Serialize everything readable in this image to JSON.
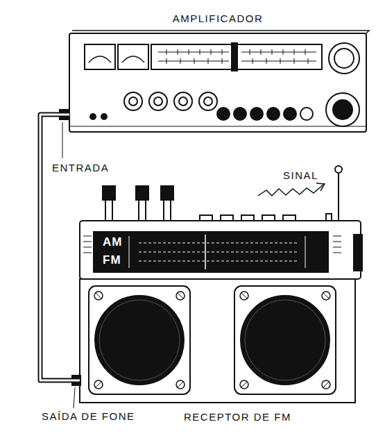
{
  "diagram": {
    "nodes": [
      {
        "text": [
          "AMPLIFICADOR"
        ]
      },
      {
        "text": [
          "RECEPTOR DE FM"
        ]
      }
    ],
    "edges": [
      {
        "from": 1,
        "to": 0,
        "arrow": "none"
      }
    ],
    "labels": [
      "ENTRADA",
      "SINAL",
      "AM",
      "FM",
      "SAÍDA DE FONE"
    ]
  }
}
